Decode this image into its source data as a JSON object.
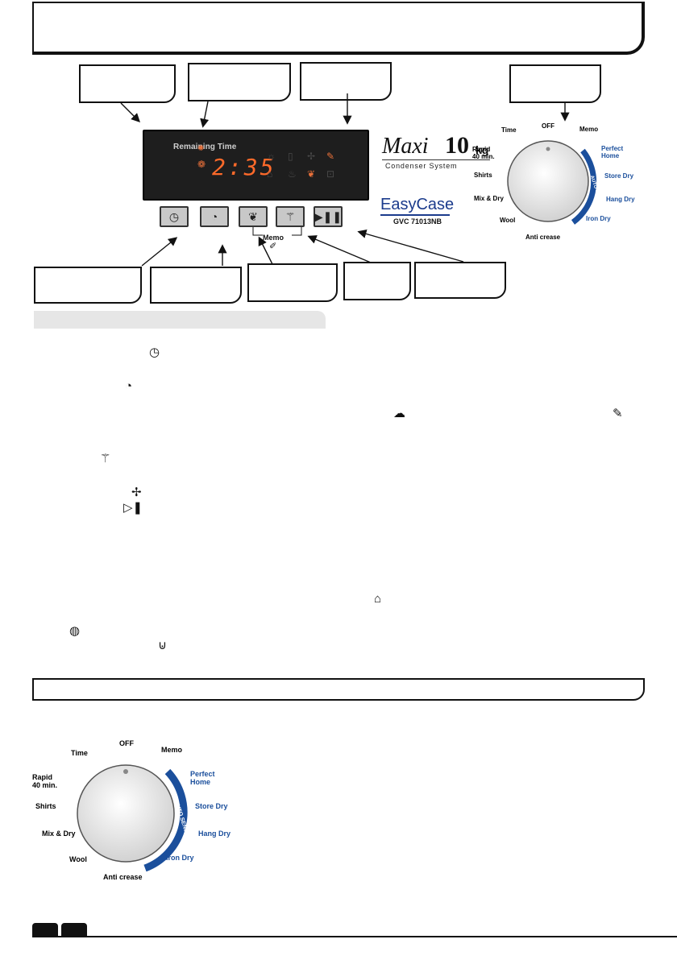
{
  "display": {
    "remaining_time_label": "Remaining Time",
    "digits": "2:35"
  },
  "brand": {
    "maxi": "Maxi",
    "capacity_number": "10",
    "capacity_unit": "kg",
    "subtitle": "Condenser System",
    "easycase": "EasyCase",
    "model": "GVC 71013NB"
  },
  "memo_label": "Memo",
  "dial": {
    "labels": {
      "off": "OFF",
      "time": "Time",
      "memo": "Memo",
      "rapid_line1": "Rapid",
      "rapid_line2": "40 min.",
      "perfect_line1": "Perfect",
      "perfect_line2": "Home",
      "shirts": "Shirts",
      "store_dry": "Store Dry",
      "mix_dry": "Mix & Dry",
      "hang_dry": "Hang Dry",
      "wool": "Wool",
      "iron_dry": "Iron Dry",
      "anti_crease": "Anti crease",
      "auto_sensor": "AUTO SENSOR"
    }
  },
  "colors": {
    "accent_blue": "#1b4f9c",
    "display_orange": "#ff6a2a",
    "panel_black": "#1e1e1e",
    "button_grey": "#c8c8c8"
  },
  "icons": {
    "time_button": "clock-icon",
    "delay_button": "timer-icon",
    "dry_level_button": "leaf-icon",
    "shirts_button": "shirt-icon",
    "start_pause_button": "play-pause-icon"
  }
}
